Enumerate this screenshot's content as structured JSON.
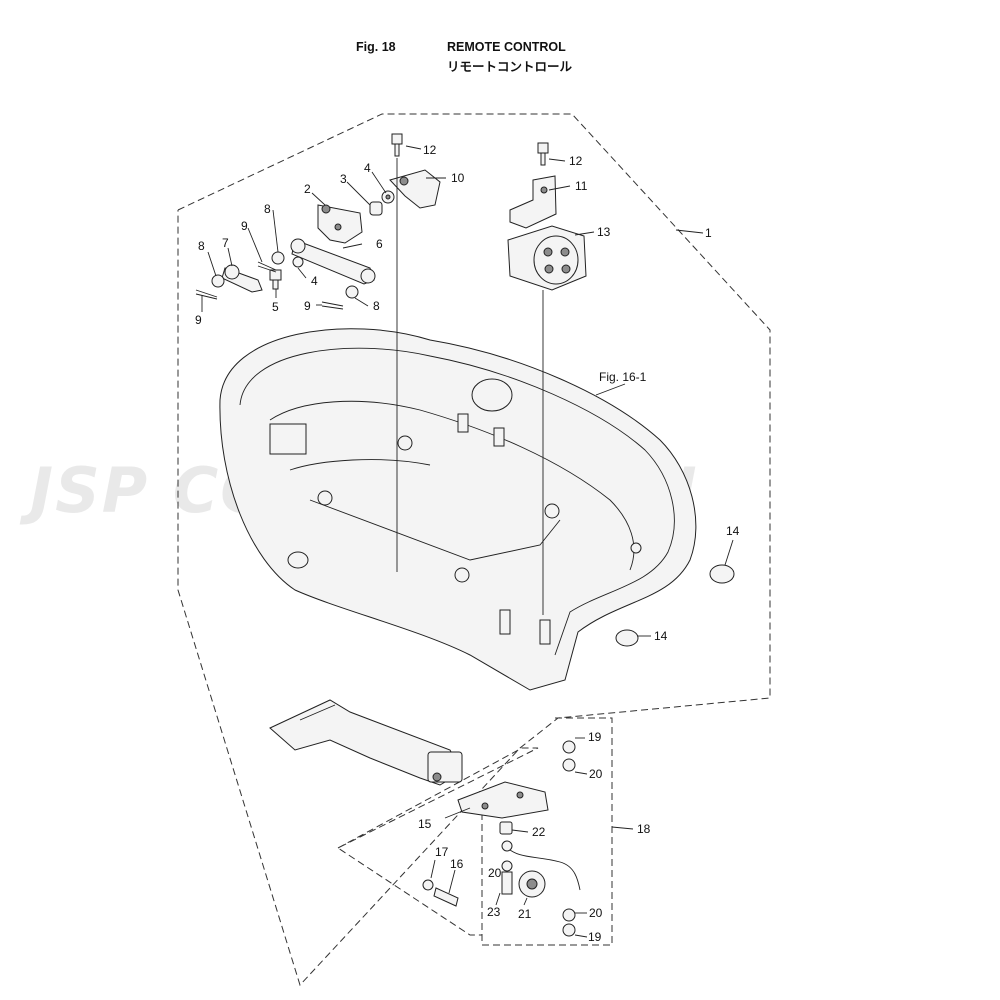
{
  "header": {
    "fig_number": "Fig. 18",
    "title": "REMOTE CONTROL",
    "title_jp": "リモートコントロール"
  },
  "watermark": {
    "text": "JSP CORPORATION"
  },
  "reference": {
    "text": "Fig. 16-1"
  },
  "callouts": [
    "1",
    "2",
    "3",
    "4",
    "4",
    "5",
    "6",
    "7",
    "8",
    "8",
    "8",
    "9",
    "9",
    "9",
    "10",
    "11",
    "12",
    "12",
    "13",
    "14",
    "14",
    "15",
    "16",
    "17",
    "18",
    "19",
    "19",
    "20",
    "20",
    "20",
    "21",
    "22",
    "23"
  ]
}
